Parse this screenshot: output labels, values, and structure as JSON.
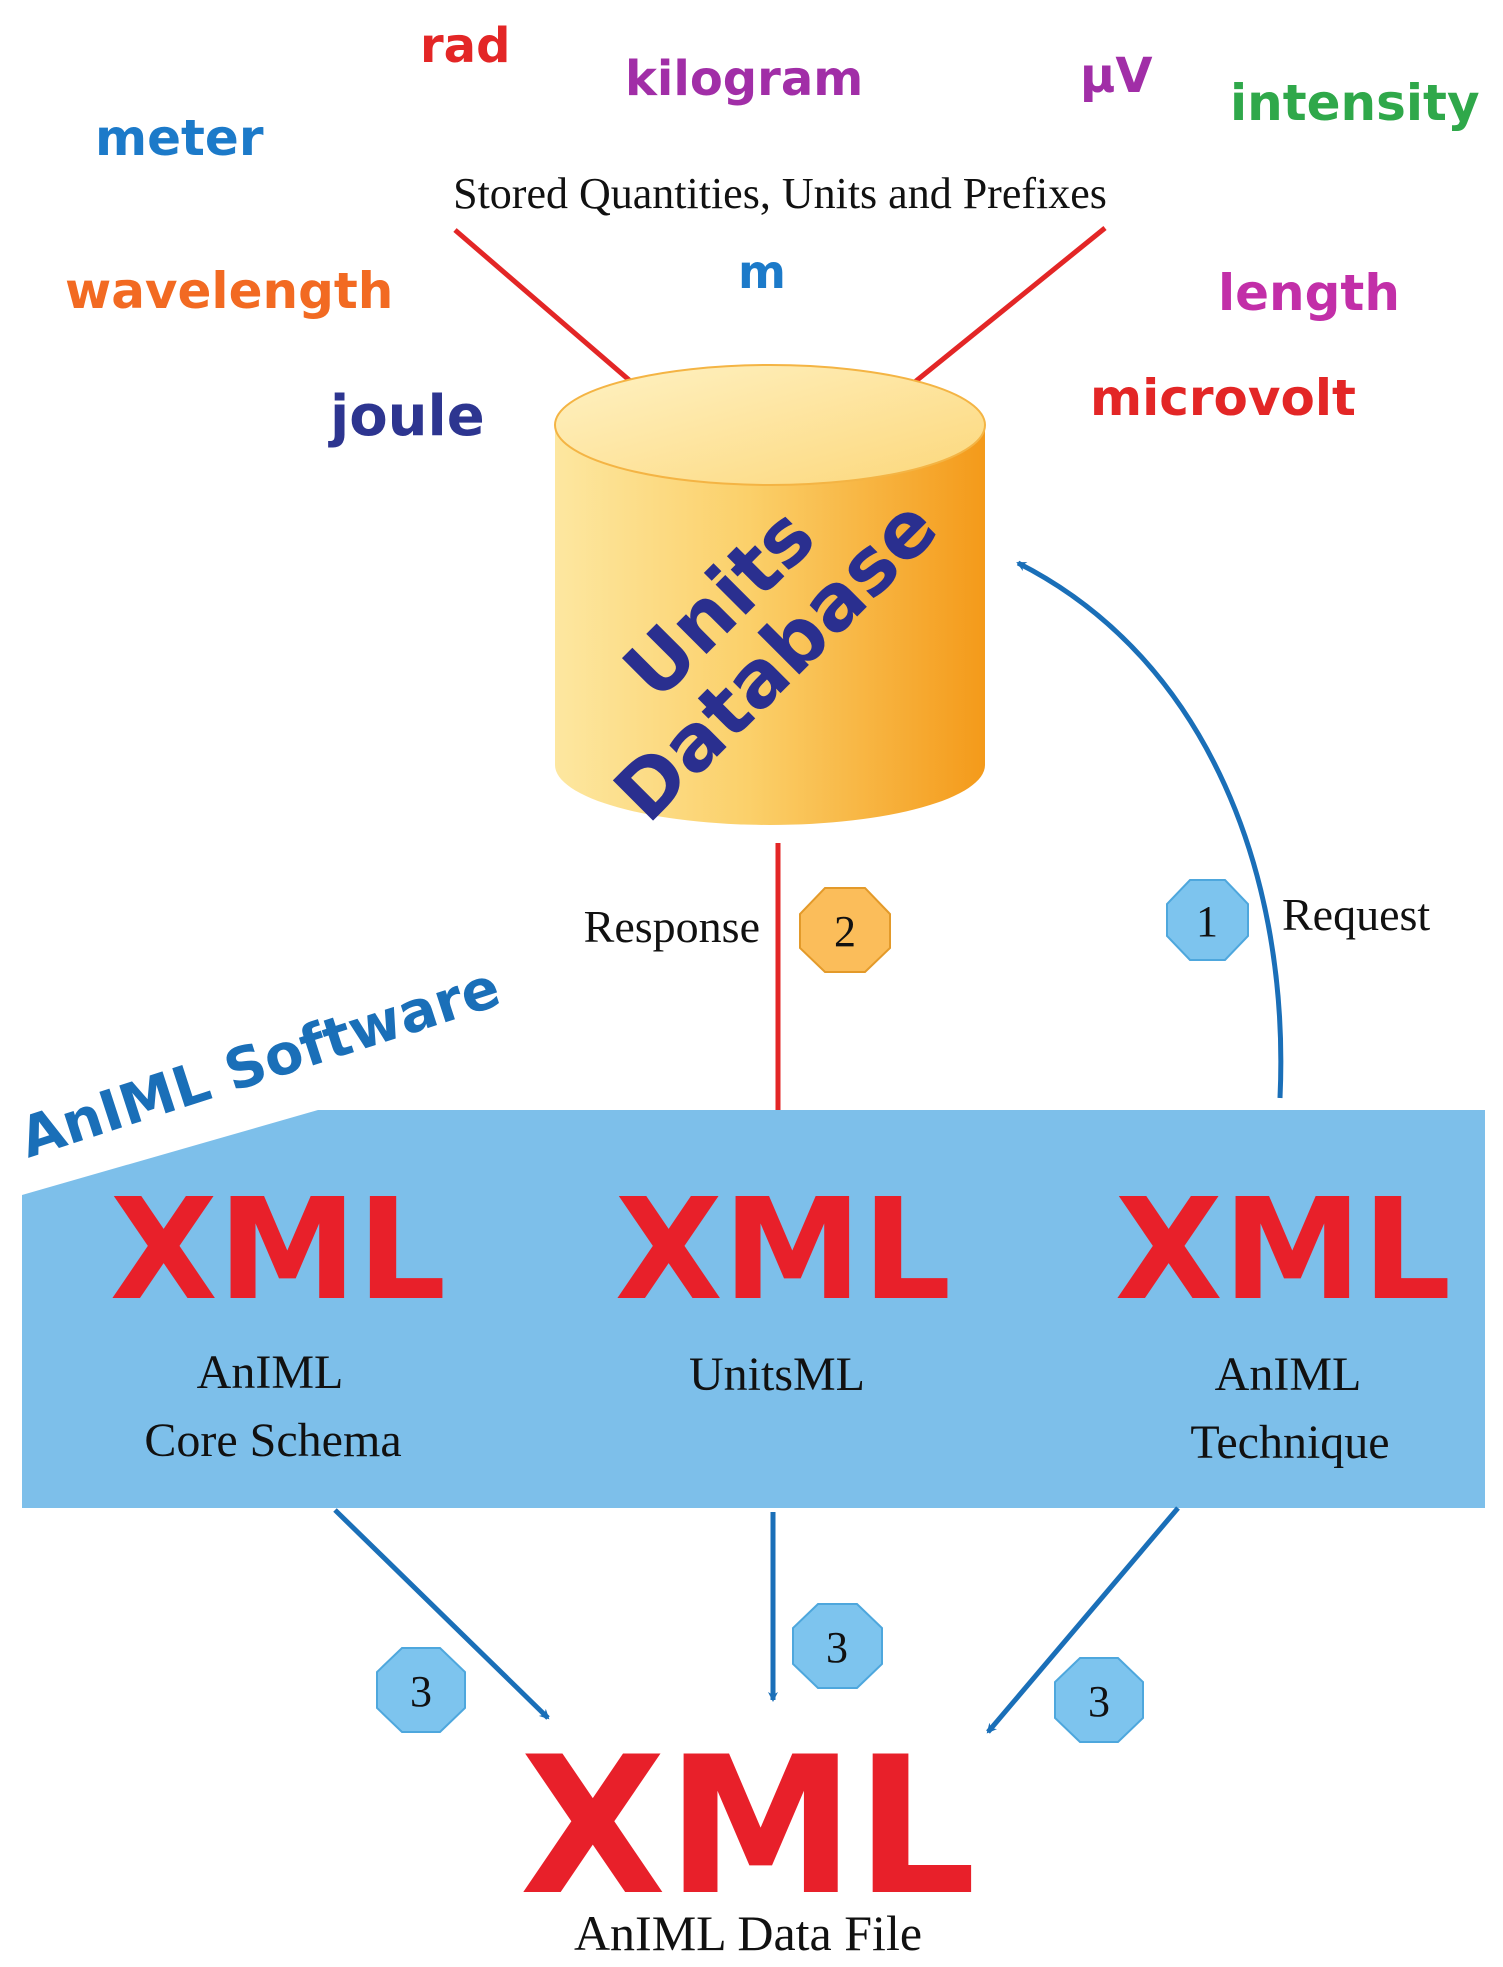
{
  "unit_words": [
    {
      "id": "rad",
      "text": "rad",
      "color": "#e32626"
    },
    {
      "id": "kilogram",
      "text": "kilogram",
      "color": "#a12ea7"
    },
    {
      "id": "uv",
      "text": "µV",
      "color": "#a12ea7"
    },
    {
      "id": "intensity",
      "text": "intensity",
      "color": "#2fa84a"
    },
    {
      "id": "meter",
      "text": "meter",
      "color": "#1c7ac9"
    },
    {
      "id": "m",
      "text": "m",
      "color": "#1c7ac9"
    },
    {
      "id": "wavelength",
      "text": "wavelength",
      "color": "#f26a22"
    },
    {
      "id": "length",
      "text": "length",
      "color": "#c22fa8"
    },
    {
      "id": "joule",
      "text": "joule",
      "color": "#2d3590"
    },
    {
      "id": "microvolt",
      "text": "microvolt",
      "color": "#e32626"
    }
  ],
  "stored_label": "Stored Quantities, Units and Prefixes",
  "database": {
    "line1": "Units",
    "line2": "Database"
  },
  "response_label": "Response",
  "request_label": "Request",
  "badges": {
    "request": "1",
    "response": "2",
    "output": "3"
  },
  "software_label": "AnIML Software",
  "xml_text": "XML",
  "components": [
    {
      "line1": "AnIML",
      "line2": "Core Schema"
    },
    {
      "line1": "UnitsML",
      "line2": ""
    },
    {
      "line1": "AnIML",
      "line2": "Technique"
    }
  ],
  "output_label": "AnIML Data File",
  "colors": {
    "red_arrow": "#e32626",
    "blue_arrow": "#1a6fb8",
    "panel_fill": "#7dbfea",
    "badge_blue": "#7dc4ee",
    "badge_orange": "#fbbd5a",
    "cylinder_top": "#fde08a",
    "cylinder_body": "#f9b136"
  }
}
